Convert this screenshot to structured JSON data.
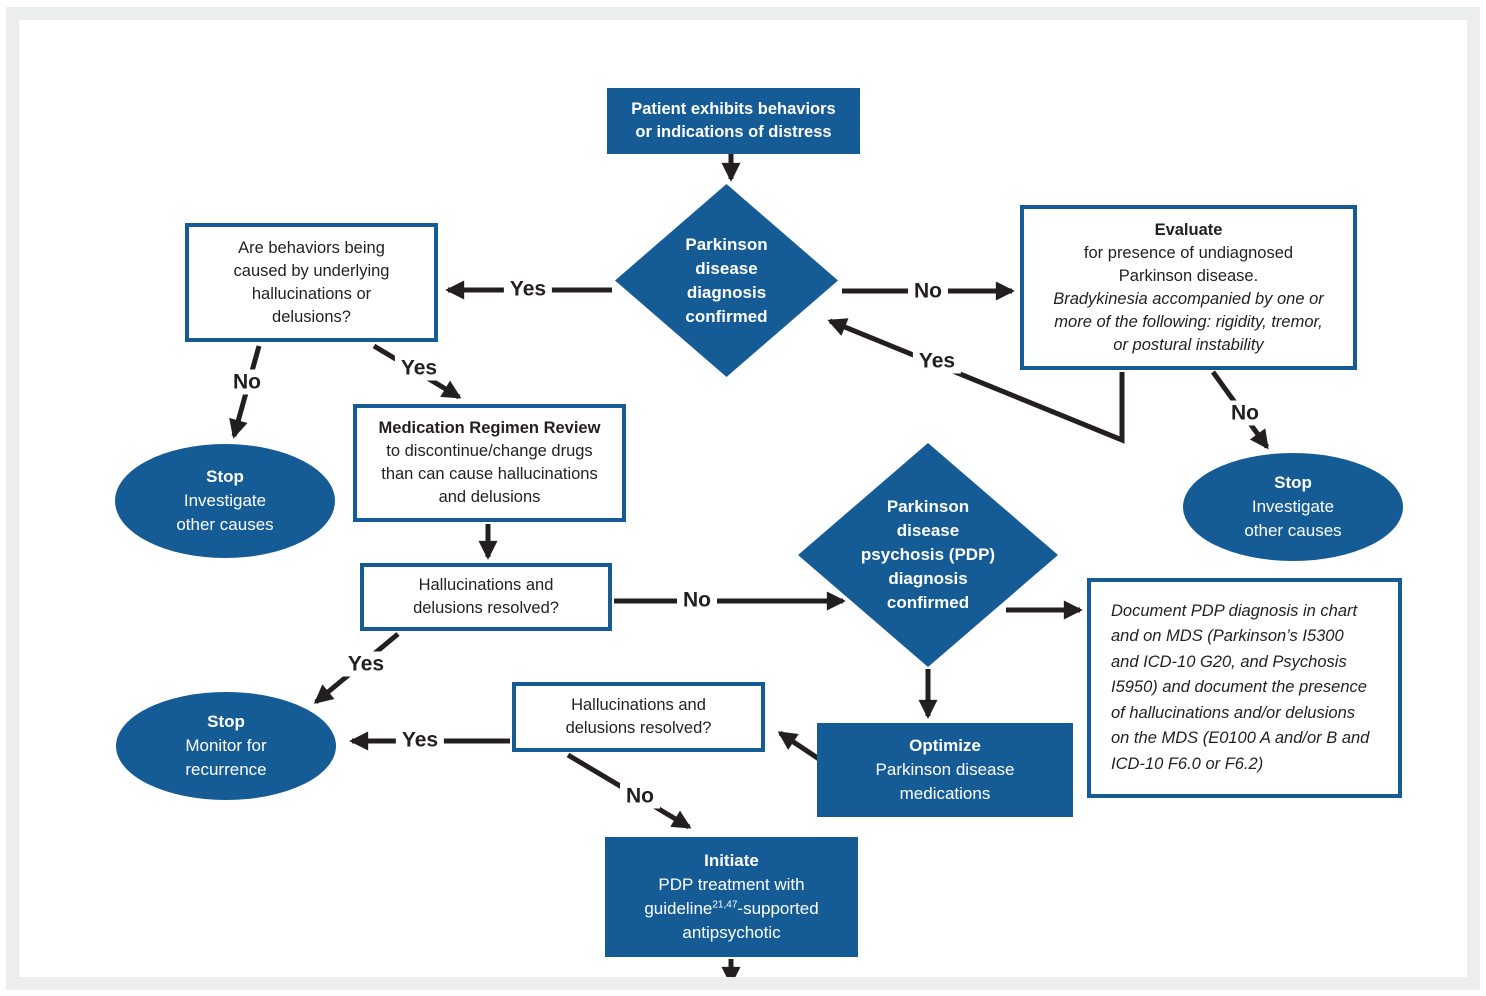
{
  "colors": {
    "node_blue": "#155C96",
    "border_blue": "#155C96",
    "arrow_black": "#231F20",
    "text_light": "#FFFFFF",
    "frame_gray": "#ECEEED"
  },
  "nodes": {
    "start": {
      "lines": [
        "Patient exhibits behaviors",
        "or indications of distress"
      ]
    },
    "pd_diagnosis": {
      "lines": [
        "Parkinson",
        "disease",
        "diagnosis",
        "confirmed"
      ]
    },
    "behaviors_question": {
      "lines": [
        "Are behaviors being",
        "caused by underlying",
        "hallucinations or",
        "delusions?"
      ]
    },
    "evaluate": {
      "title": "Evaluate",
      "body": [
        "for presence of undiagnosed",
        "Parkinson disease."
      ],
      "note": [
        "Bradykinesia accompanied by one or",
        "more of the following: rigidity, tremor,",
        "or postural instability"
      ]
    },
    "stop_investigate_left": {
      "title": "Stop",
      "lines": [
        "Investigate",
        "other causes"
      ]
    },
    "medication_review": {
      "title": "Medication Regimen Review",
      "lines": [
        "to discontinue/change drugs",
        "than can cause hallucinations",
        "and delusions"
      ]
    },
    "resolved_check_1": {
      "lines": [
        "Hallucinations and",
        "delusions resolved?"
      ]
    },
    "stop_monitor": {
      "title": "Stop",
      "lines": [
        "Monitor for",
        "recurrence"
      ]
    },
    "pdp_diagnosis": {
      "lines": [
        "Parkinson",
        "disease",
        "psychosis (PDP)",
        "diagnosis",
        "confirmed"
      ]
    },
    "stop_investigate_right": {
      "title": "Stop",
      "lines": [
        "Investigate",
        "other causes"
      ]
    },
    "document_note": {
      "lines": [
        "Document PDP diagnosis in chart",
        "and on MDS (Parkinson’s I5300",
        "and ICD-10 G20, and Psychosis",
        "I5950) and document the presence",
        "of hallucinations and/or delusions",
        "on the MDS (E0100 A and/or B and",
        "ICD-10 F6.0 or F6.2)"
      ]
    },
    "optimize": {
      "title": "Optimize",
      "lines": [
        "Parkinson disease",
        "medications"
      ]
    },
    "resolved_check_2": {
      "lines": [
        "Hallucinations and",
        "delusions resolved?"
      ]
    },
    "initiate": {
      "title": "Initiate",
      "line1": "PDP treatment with",
      "line2_pre": "guideline",
      "line2_sup": "21,47",
      "line2_post": "-supported",
      "line3": "antipsychotic"
    }
  },
  "edge_labels": {
    "pd_yes": "Yes",
    "pd_no": "No",
    "behaviors_no": "No",
    "behaviors_yes": "Yes",
    "evaluate_yes": "Yes",
    "evaluate_no": "No",
    "resolved1_yes": "Yes",
    "resolved1_no": "No",
    "resolved2_yes": "Yes",
    "resolved2_no": "No"
  }
}
